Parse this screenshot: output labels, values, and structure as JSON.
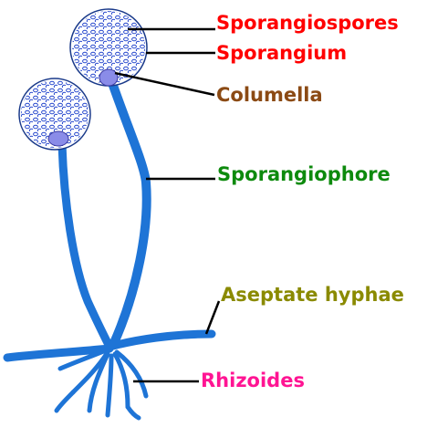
{
  "labels": {
    "sporangiospores": "Sporangiospores",
    "sporangium": "Sporangium",
    "columella": "Columella",
    "sporangiophore": "Sporangiophore",
    "aseptate_hyphae": "Aseptate hyphae",
    "rhizoides": "Rhizoides"
  },
  "colors": {
    "hypha": "#1e74d6",
    "hypha_outline": "#0a3d8c",
    "sporangium_fill": "#ffffff",
    "spore": "#2244cc",
    "columella": "#8a8ce8",
    "leader_line": "#000000",
    "sporangiospores": "#ff0000",
    "sporangium": "#ff0000",
    "columella_label": "#8b4a14",
    "sporangiophore": "#0d8a0d",
    "aseptate_hyphae": "#8a8a00",
    "rhizoides": "#ff1493"
  }
}
